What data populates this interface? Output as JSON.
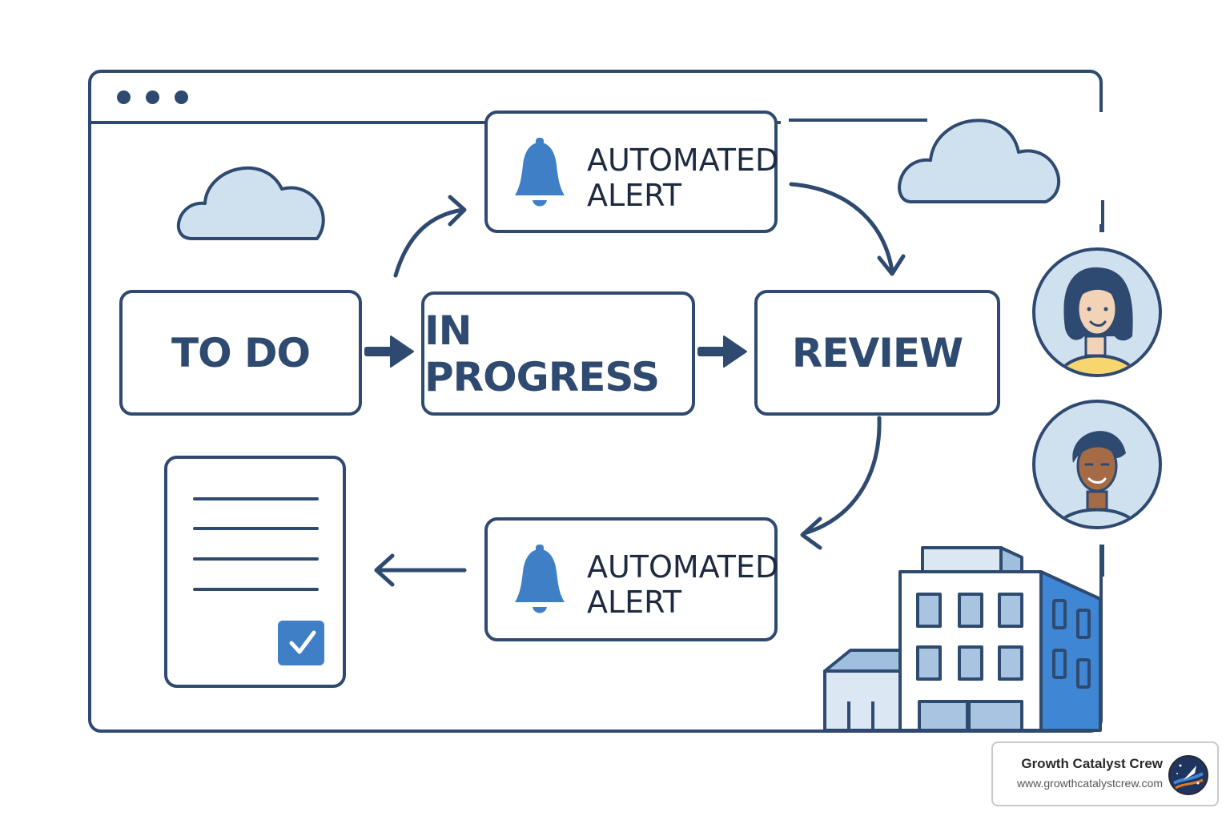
{
  "workflow": {
    "stages": {
      "todo": "TO DO",
      "in_progress": "IN PROGRESS",
      "review": "REVIEW"
    },
    "alerts": {
      "top": {
        "line1": "AUTOMATED",
        "line2": "ALERT"
      },
      "bottom": {
        "line1": "AUTOMATED",
        "line2": "ALERT"
      }
    }
  },
  "icons": {
    "bell": "bell-icon",
    "cloud": "cloud-icon",
    "document": "document-icon",
    "checkbox": "checkbox-icon",
    "building": "building-icon",
    "avatar": "avatar"
  },
  "colors": {
    "stroke": "#2f4a70",
    "accent_blue": "#3f7fc6",
    "cloud_fill": "#cfe0ef",
    "skin_woman": "#f3d3b8",
    "shirt_woman": "#f7d670",
    "skin_man": "#a56b46"
  },
  "watermark": {
    "title": "Growth Catalyst Crew",
    "url": "www.growthcatalystcrew.com"
  }
}
